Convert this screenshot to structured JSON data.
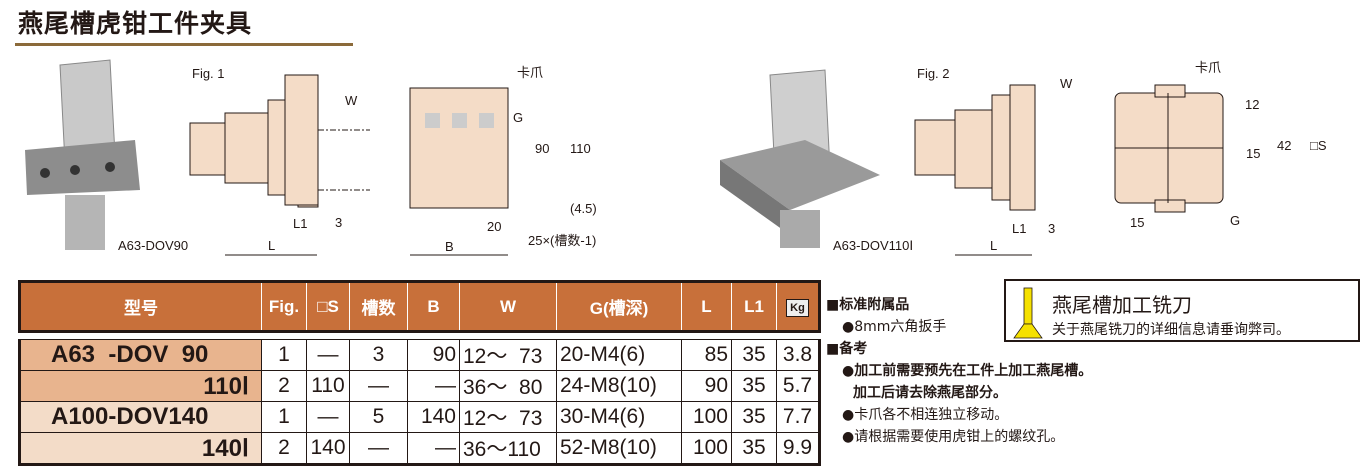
{
  "title": "燕尾槽虎钳工件夹具",
  "figures": {
    "fig1": {
      "label": "Fig. 1",
      "model": "A63-DOV90",
      "w": "W",
      "l": "L",
      "l1": "L1",
      "three": "3",
      "jaw": "卡爪",
      "g": "G",
      "d90": "90",
      "d110": "110",
      "d45": "(4.5)",
      "d20": "20",
      "pitch": "25×(槽数-1)",
      "b": "B"
    },
    "fig2": {
      "label": "Fig. 2",
      "model": "A63-DOV110Ⅰ",
      "w": "W",
      "l": "L",
      "l1": "L1",
      "three": "3",
      "jaw": "卡爪",
      "g": "G",
      "d12": "12",
      "d15": "15",
      "d42": "42",
      "s": "□S",
      "d15b": "15"
    }
  },
  "table": {
    "headers": [
      "型号",
      "Fig.",
      "□S",
      "槽数",
      "B",
      "W",
      "G(槽深)",
      "L",
      "L1",
      "Kg"
    ],
    "rows": [
      {
        "model": "A63  -DOV  90",
        "fig": "1",
        "s": "—",
        "slots": "3",
        "b": "90",
        "w": "12～  73",
        "g": "20-M4(6)",
        "l": "85",
        "l1": "35",
        "kg": "3.8"
      },
      {
        "model": "110Ⅰ",
        "fig": "2",
        "s": "110",
        "slots": "—",
        "b": "—",
        "w": "36～  80",
        "g": "24-M8(10)",
        "l": "90",
        "l1": "35",
        "kg": "5.7"
      },
      {
        "model": "A100-DOV140",
        "fig": "1",
        "s": "—",
        "slots": "5",
        "b": "140",
        "w": "12～  73",
        "g": "30-M4(6)",
        "l": "100",
        "l1": "35",
        "kg": "7.7"
      },
      {
        "model": "140Ⅰ",
        "fig": "2",
        "s": "140",
        "slots": "—",
        "b": "—",
        "w": "36～110",
        "g": "52-M8(10)",
        "l": "100",
        "l1": "35",
        "kg": "9.9"
      }
    ]
  },
  "notes": {
    "accessories_title": "■标准附属品",
    "accessories": [
      "●8mm六角扳手"
    ],
    "remarks_title": "■备考",
    "remarks": [
      "●加工前需要预先在工件上加工燕尾槽。",
      "加工后请去除燕尾部分。",
      "●卡爪各不相连独立移动。",
      "●请根据需要使用虎钳上的螺纹孔。"
    ]
  },
  "cutter": {
    "title": "燕尾槽加工铣刀",
    "desc": "关于燕尾铣刀的详细信息请垂询弊司。"
  }
}
